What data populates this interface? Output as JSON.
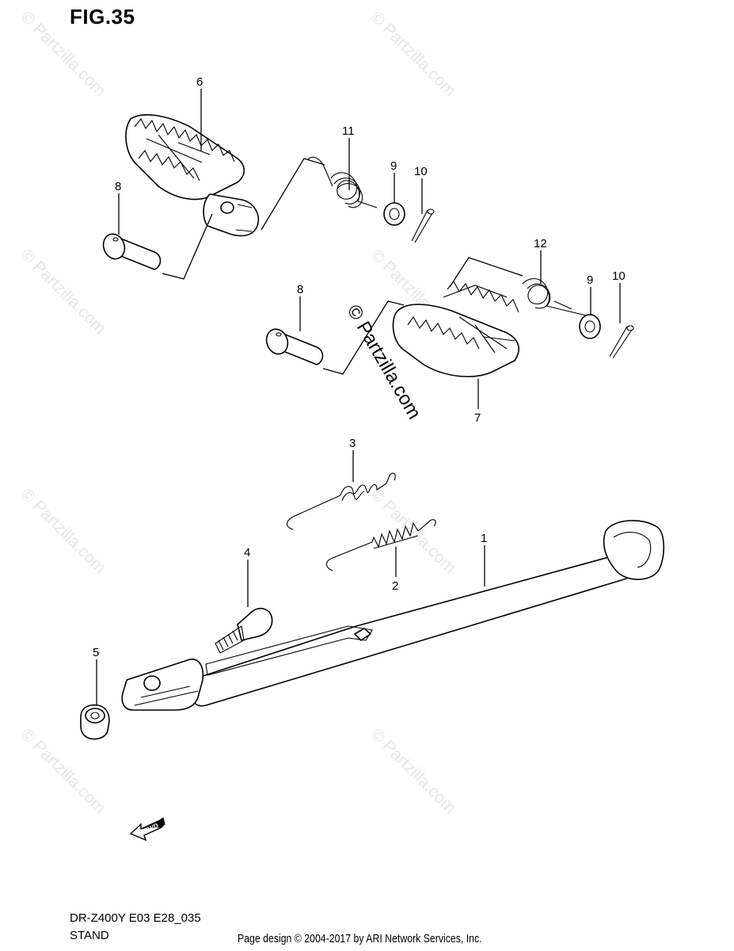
{
  "figure_title": "FIG.35",
  "model_code": "DR-Z400Y E03 E28_035",
  "section_name": "STAND",
  "copyright": "Page design © 2004-2017 by ARI Network Services, Inc.",
  "watermark": "© Partzilla.com",
  "center_mark": "© Partzilla.com",
  "fwd_label": "FWD",
  "callouts": {
    "c1": "1",
    "c2": "2",
    "c3": "3",
    "c4": "4",
    "c5": "5",
    "c6": "6",
    "c7": "7",
    "c8a": "8",
    "c8b": "8",
    "c9a": "9",
    "c9b": "9",
    "c10a": "10",
    "c10b": "10",
    "c11": "11",
    "c12": "12"
  }
}
